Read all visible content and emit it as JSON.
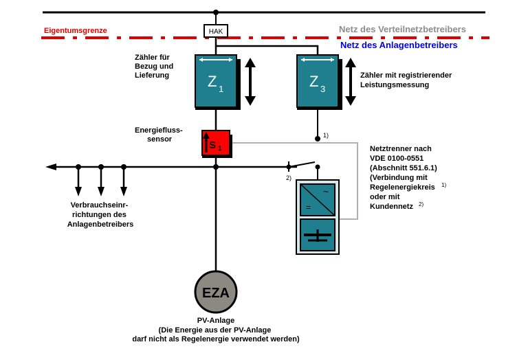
{
  "labels": {
    "eigentumsgrenze": "Eigentumsgrenze",
    "netz_vnb": "Netz des Verteilnetzbetreibers",
    "netz_ab": "Netz des Anlagenbetreibers",
    "hak": "HAK",
    "z1_desc": [
      "Zähler für",
      "Bezug und",
      "Lieferung"
    ],
    "z3_desc": [
      "Zähler mit registrierender",
      "Leistungsmessung"
    ],
    "sensor_desc": [
      "Energiefluss-",
      "sensor"
    ],
    "netztrenner": [
      "Netztrenner nach",
      "VDE 0100-0551",
      "(Abschnitt 551.6.1)",
      "(Verbindung mit",
      "Regelenergiekreis",
      "oder mit",
      "Kundennetz"
    ],
    "netztrenner_sup1": "1)",
    "netztrenner_sup2": "2)",
    "note1": "1)",
    "note2": "2)",
    "verbraucher": [
      "Verbrauchseinr-",
      "richtungen des",
      "Anlagenbetreibers"
    ],
    "pv_title": "PV-Anlage",
    "pv_note": [
      "(Die Energie aus der PV-Anlage",
      "darf nicht als Regelenergie verwendet werden)"
    ]
  },
  "meters": {
    "z1": {
      "main": "Z",
      "sub": "1"
    },
    "z3": {
      "main": "Z",
      "sub": "3"
    }
  },
  "sensor": {
    "main": "S",
    "sub": "1"
  },
  "eza": "EZA",
  "inverter": {
    "dc": "=",
    "ac": "~"
  },
  "colors": {
    "meter_fill": "#207f8f",
    "sensor_fill": "#ff0000",
    "eza_fill": "#8a8a82",
    "boundary": "#e00000",
    "signal_line": "#b0b0b0"
  }
}
